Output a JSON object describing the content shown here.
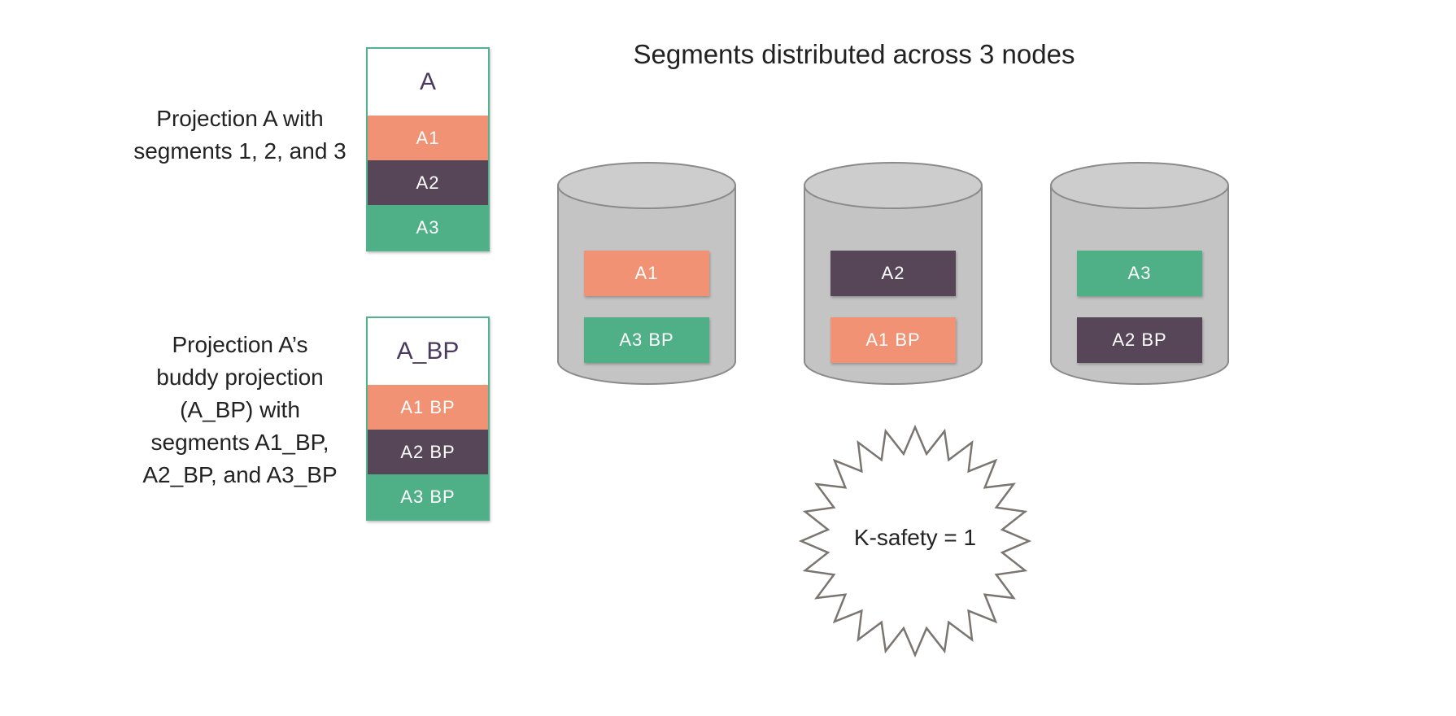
{
  "title": "Segments distributed across 3 nodes",
  "colors": {
    "orange": "#f09273",
    "purple": "#574558",
    "green": "#4fb088",
    "border": "#52b28e",
    "cylinder": "#c4c4c4"
  },
  "projection_a": {
    "label_line1": "Projection A with",
    "label_line2": "segments 1, 2, and 3",
    "header": "A",
    "segments": [
      "A1",
      "A2",
      "A3"
    ]
  },
  "projection_bp": {
    "label_lines": [
      "Projection A’s",
      "buddy projection",
      "(A_BP) with",
      "segments A1_BP,",
      "A2_BP, and A3_BP"
    ],
    "header": "A_BP",
    "segments": [
      "A1 BP",
      "A2 BP",
      "A3 BP"
    ]
  },
  "nodes": [
    {
      "top": "A1",
      "bottom": "A3 BP"
    },
    {
      "top": "A2",
      "bottom": "A1 BP"
    },
    {
      "top": "A3",
      "bottom": "A2 BP"
    }
  ],
  "ksafety": "K-safety = 1"
}
